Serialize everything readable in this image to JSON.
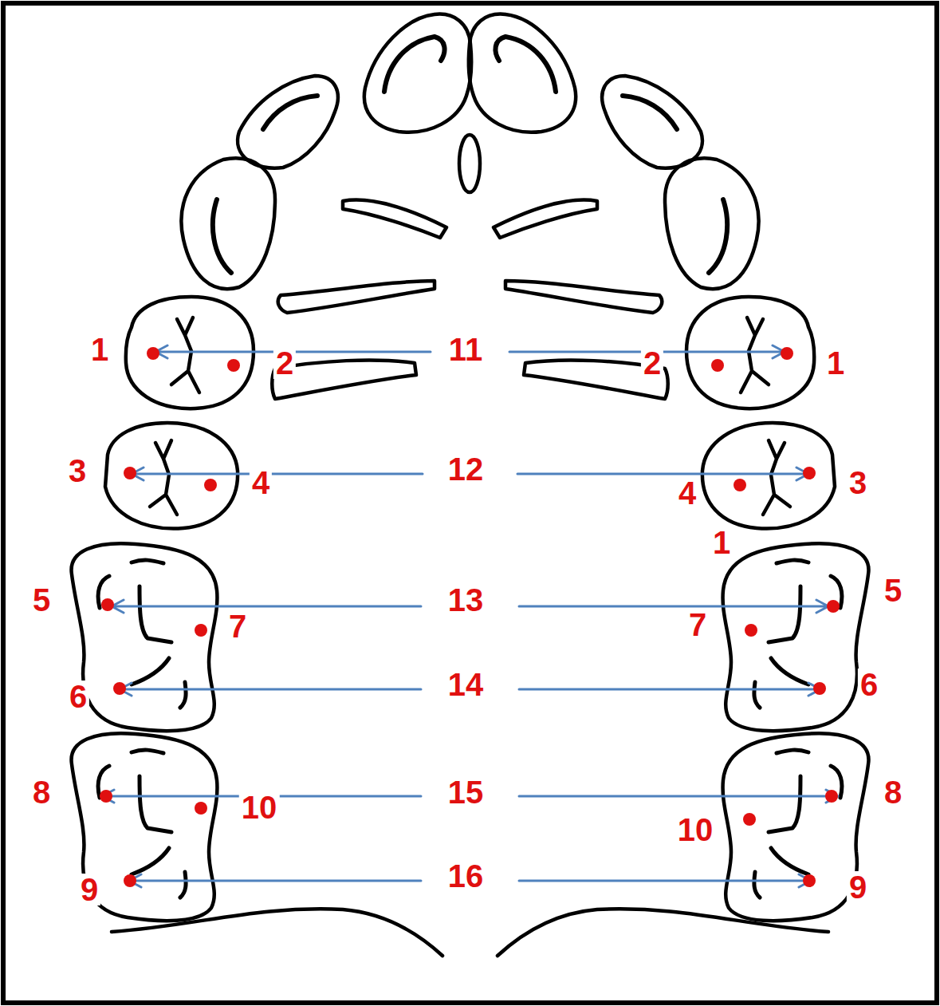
{
  "diagram": {
    "labels": [
      "1",
      "2",
      "11",
      "2",
      "1",
      "3",
      "4",
      "12",
      "4",
      "3",
      "1",
      "5",
      "13",
      "5",
      "7",
      "7",
      "6",
      "14",
      "6",
      "8",
      "15",
      "8",
      "10",
      "10",
      "9",
      "16",
      "9"
    ]
  }
}
